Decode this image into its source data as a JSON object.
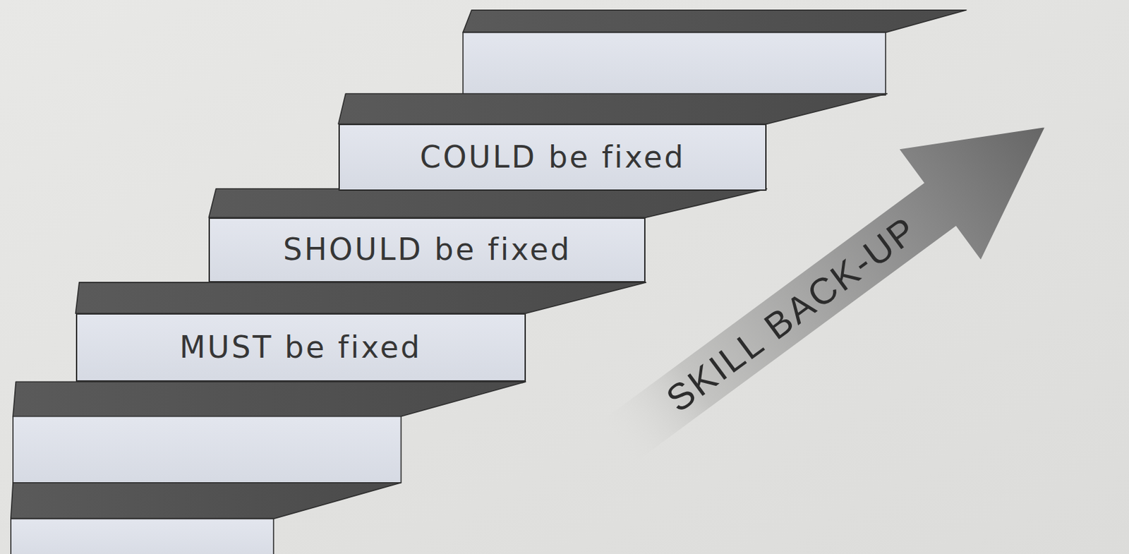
{
  "diagram": {
    "nodes": [
      {
        "text": [
          "COULD be fixed"
        ]
      },
      {
        "text": [
          "SHOULD be fixed"
        ]
      },
      {
        "text": [
          "MUST be fixed"
        ]
      },
      {
        "text": [
          "SKILL BACK-UP"
        ]
      }
    ]
  }
}
